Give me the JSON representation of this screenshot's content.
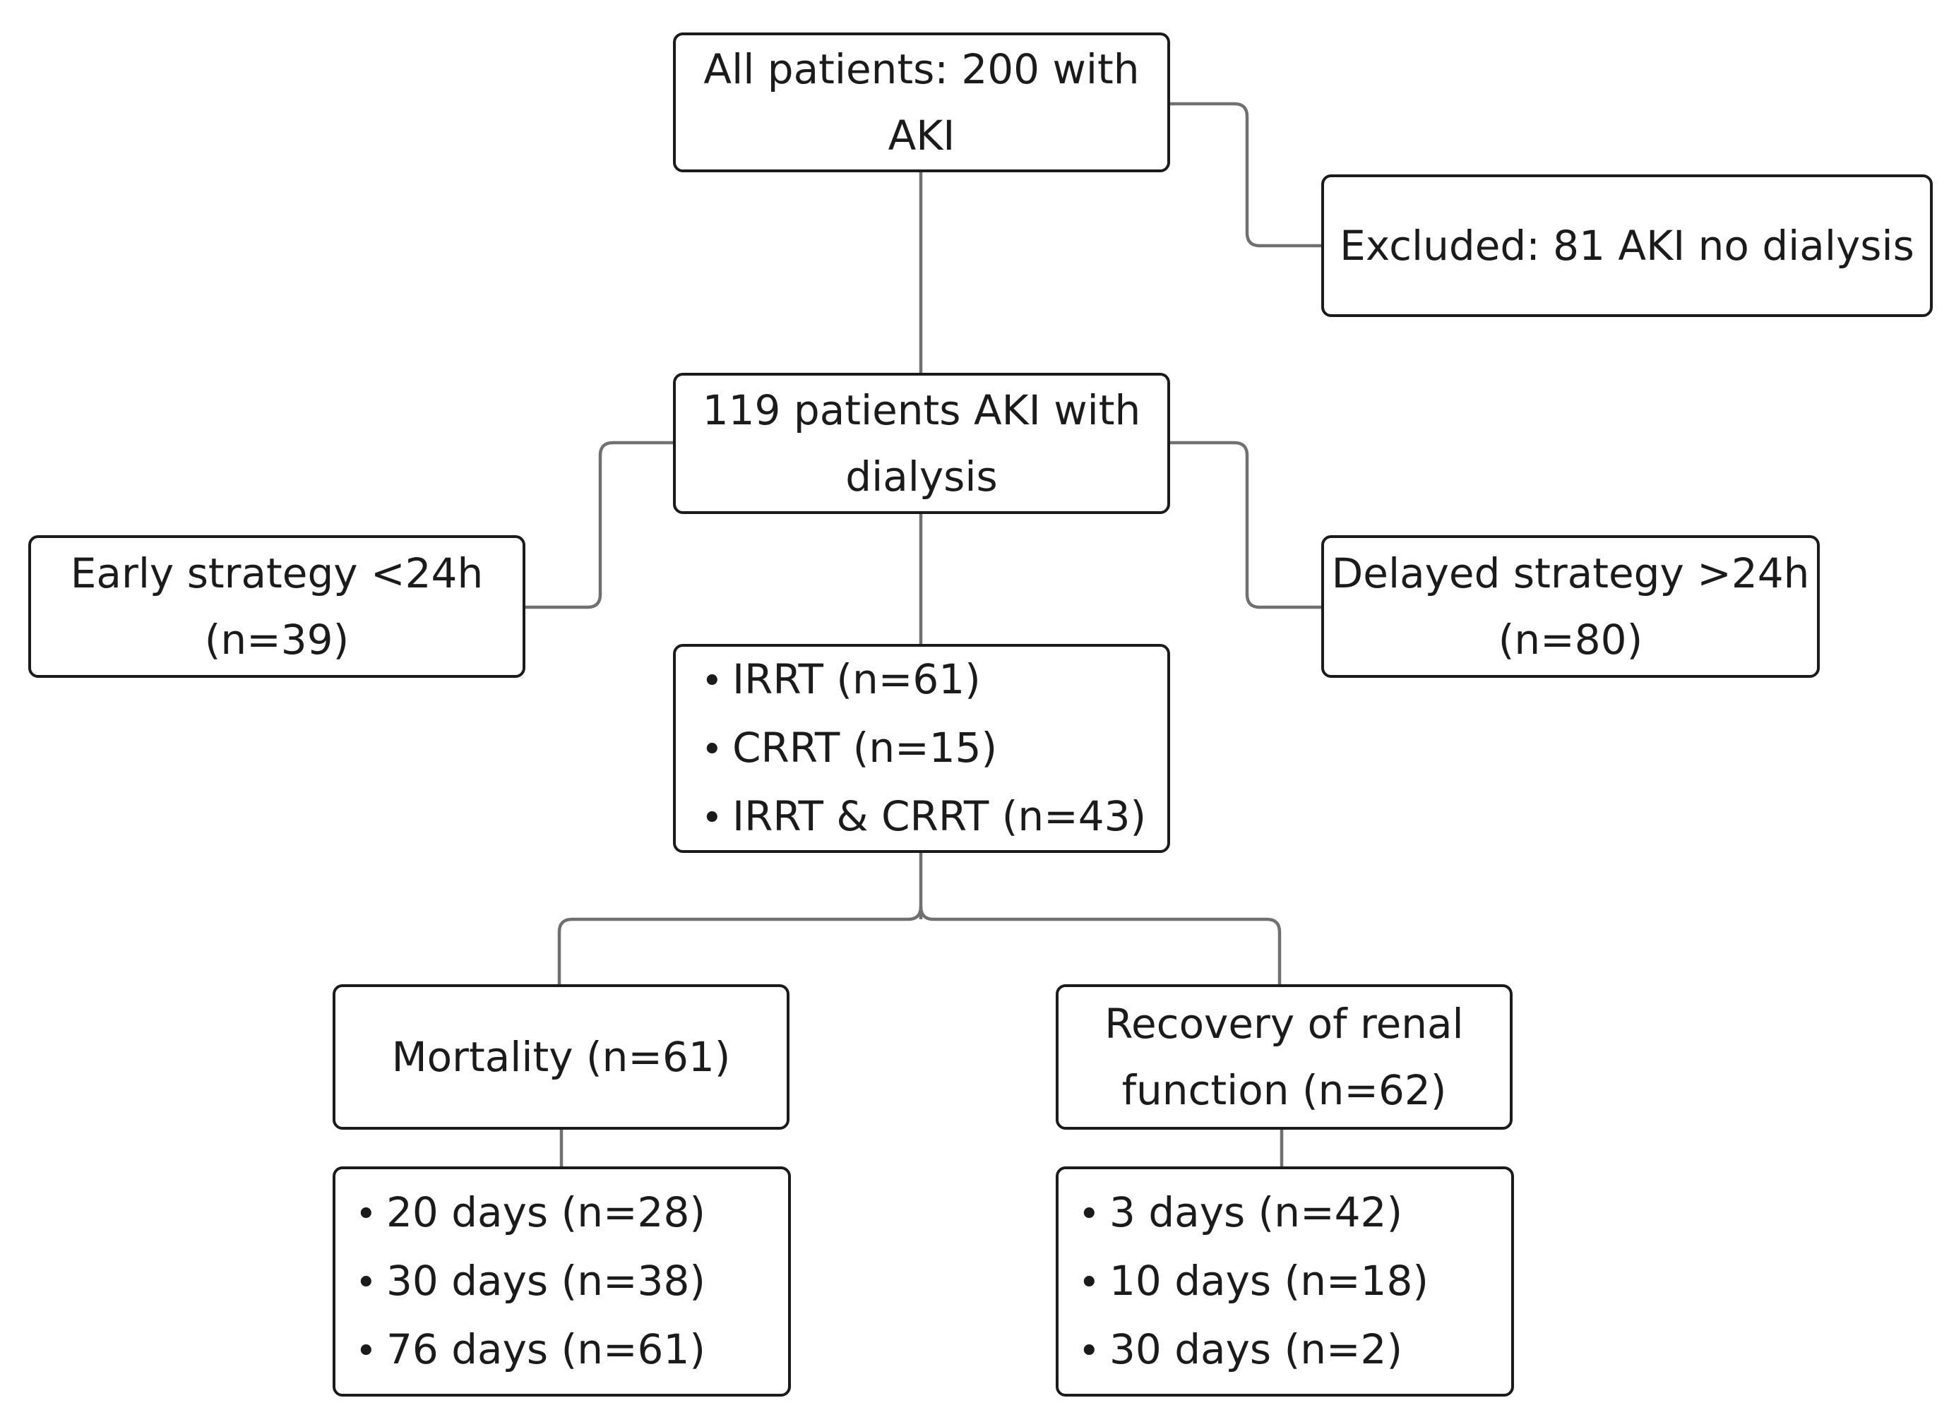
{
  "diagram": {
    "all_patients": {
      "lines": [
        "All patients: 200 with",
        "AKI"
      ]
    },
    "excluded": {
      "lines": [
        "Excluded: 81 AKI no dialysis"
      ]
    },
    "dialysis_patients": {
      "lines": [
        "119 patients AKI with",
        "dialysis"
      ]
    },
    "early_strategy": {
      "lines": [
        "Early strategy <24h",
        "(n=39)"
      ]
    },
    "delayed_strategy": {
      "lines": [
        "Delayed strategy >24h",
        "(n=80)"
      ]
    },
    "modalities": {
      "items": [
        "IRRT (n=61)",
        "CRRT (n=15)",
        "IRRT & CRRT (n=43)"
      ]
    },
    "mortality": {
      "lines": [
        "Mortality (n=61)"
      ]
    },
    "recovery": {
      "lines": [
        "Recovery of renal",
        "function (n=62)"
      ]
    },
    "mortality_timeline": {
      "items": [
        "20 days (n=28)",
        "30 days (n=38)",
        "76 days (n=61)"
      ]
    },
    "recovery_timeline": {
      "items": [
        "3 days (n=42)",
        "10 days (n=18)",
        "30 days (n=2)"
      ]
    }
  }
}
